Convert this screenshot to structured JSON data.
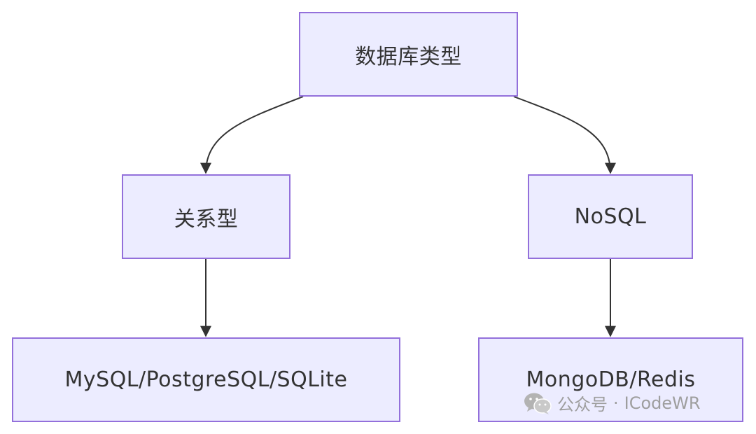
{
  "diagram": {
    "nodes": {
      "root": "数据库类型",
      "relational": "关系型",
      "nosql": "NoSQL",
      "relational_examples": "MySQL/PostgreSQL/SQLite",
      "nosql_examples": "MongoDB/Redis"
    },
    "edges": [
      {
        "from": "root",
        "to": "relational"
      },
      {
        "from": "root",
        "to": "nosql"
      },
      {
        "from": "relational",
        "to": "relational_examples"
      },
      {
        "from": "nosql",
        "to": "nosql_examples"
      }
    ]
  },
  "watermark": {
    "platform": "公众号",
    "separator": "·",
    "account": "ICodeWR",
    "icon": "wechat-icon"
  },
  "colors": {
    "node_fill": "#ececff",
    "node_border": "#9370db",
    "edge": "#333333",
    "text": "#333333",
    "watermark": "#9e9e9e"
  }
}
